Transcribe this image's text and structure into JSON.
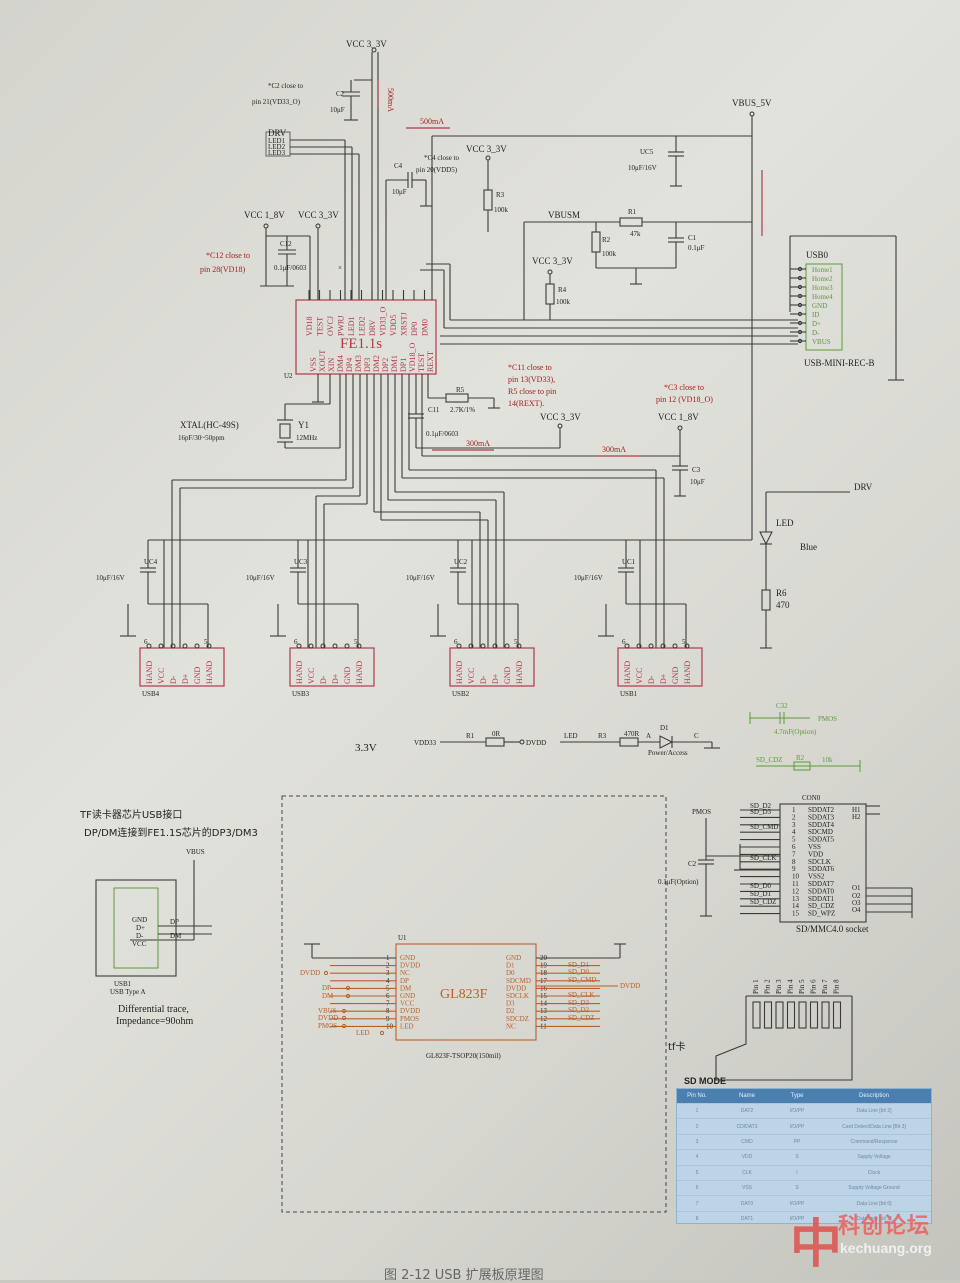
{
  "top": {
    "vcc33_top": "VCC 3_3V",
    "c2_note1": "*C2 close to",
    "c2_note2": "pin 21(VD33_O)",
    "c2_label": "C2",
    "c2_val": "10μF",
    "i500_v": "500mA",
    "i500_h": "500mA",
    "drv": "DRV",
    "led_bus": [
      "LED1",
      "LED2",
      "LED3"
    ],
    "c4_note1": "*C4 close to",
    "c4_note2": "pin 20(VDD5)",
    "c4_label": "C4",
    "c4_val": "10μF",
    "vcc33_r3": "VCC 3_3V",
    "r3_label": "R3",
    "r3_val": "100k",
    "vbus5v": "VBUS_5V",
    "uc5_label": "UC5",
    "uc5_val": "10μF/16V",
    "vbusm": "VBUSM",
    "r1_label": "R1",
    "r1_val": "47k",
    "r2_label": "R2",
    "r2_val": "100k",
    "c1_label": "C1",
    "c1_val": "0.1μF",
    "vcc18": "VCC 1_8V",
    "vcc33_b": "VCC 3_3V",
    "c12_label": "C12",
    "c12_val": "0.1μF/0603",
    "c12_note1": "*C12 close to",
    "c12_note2": "pin 28(VD18)",
    "vcc33_r4": "VCC 3_3V",
    "r4_label": "R4",
    "r4_val": "100k",
    "usb0": "USB0",
    "usb0_pins": [
      "Home1",
      "Home2",
      "Home3",
      "Home4",
      "GND",
      "ID",
      "D+",
      "D-",
      "VBUS"
    ],
    "usb0_name": "USB-MINI-REC-B",
    "chip_name": "FE1.1s",
    "chip_ref": "U2",
    "chip_top_pins": [
      "VD18",
      "TEST",
      "OVCJ",
      "PWRJ",
      "LED1",
      "LED2",
      "DRV",
      "VD33_O",
      "VDD5",
      "XRSTJ",
      "DP0",
      "DM0"
    ],
    "chip_bot_pins": [
      "VSS",
      "XOUT",
      "XIN",
      "DM4",
      "DP4",
      "DM3",
      "DP3",
      "DM2",
      "DP2",
      "DM1",
      "DP1",
      "VD18_O",
      "TEST",
      "REXT"
    ],
    "xtal_note1": "XTAL(HC-49S)",
    "xtal_note2": "16pF/30~50ppm",
    "y1_label": "Y1",
    "y1_val": "12MHz",
    "r5_label": "R5",
    "r5_val": "2.7K/1%",
    "c11_label": "C11",
    "c11_val": "0.1μF/0603",
    "c11_note": [
      "*C11 close to",
      "pin 13(VD33),",
      "R5 close to pin",
      "14(REXT)."
    ],
    "vcc33_c11": "VCC 3_3V",
    "i300a": "300mA",
    "c3_note1": "*C3 close to",
    "c3_note2": "pin 12 (VD18_O)",
    "vcc18_c3": "VCC 1_8V",
    "i300b": "300mA",
    "c3_label": "C3",
    "c3_val": "10μF",
    "drv_right": "DRV",
    "led_label": "LED",
    "led_color": "Blue",
    "r6_label": "R6",
    "r6_val": "470",
    "ports": [
      {
        "cap": "UC4",
        "val": "10μF/16V",
        "name": "USB4"
      },
      {
        "cap": "UC3",
        "val": "10μF/16V",
        "name": "USB3"
      },
      {
        "cap": "UC2",
        "val": "10μF/16V",
        "name": "USB2"
      },
      {
        "cap": "UC1",
        "val": "10μF/16V",
        "name": "USB1"
      }
    ],
    "port_pins": [
      "HAND",
      "VCC",
      "D-",
      "D+",
      "GND",
      "HAND"
    ],
    "port_num_l": "6",
    "port_num_r": "5"
  },
  "mid": {
    "v33": "3.3V",
    "vdd33": "VDD33",
    "r1": "R1",
    "r1_val": "0R",
    "dvdd": "DVDD",
    "led": "LED",
    "r3": "R3",
    "r3_val": "470R",
    "pa": "A",
    "pc": "C",
    "d1": "D1",
    "d1_note": "Power/Access",
    "c32": "C32",
    "c32_val": "4.7mF(Option)",
    "pmos_g": "PMOS",
    "sd_cdz": "SD_CDZ",
    "r2g": "R2",
    "r2g_val": "10k"
  },
  "left": {
    "title1": "TF读卡器芯片USB接口",
    "title2": "DP/DM连接到FE1.1S芯片的DP3/DM3",
    "vbus": "VBUS",
    "pins": [
      "GND",
      "D+",
      "D-",
      "VCC"
    ],
    "dp": "DP",
    "dm": "DM",
    "name": "USB1",
    "type": "USB Type A",
    "note1": "Differential trace,",
    "note2": "Impedance=90ohm"
  },
  "gl": {
    "ref": "U1",
    "name": "GL823F",
    "pkg": "GL823F-TSOP20(150mil)",
    "left_pins": [
      "GND",
      "DVDD",
      "NC",
      "DP",
      "DM",
      "GND",
      "VCC",
      "DVDD",
      "PMOS",
      "LED"
    ],
    "left_nums": [
      "1",
      "2",
      "3",
      "4",
      "5",
      "6",
      "7",
      "8",
      "9",
      "10"
    ],
    "right_pins": [
      "GND",
      "D1",
      "D0",
      "SDCMD",
      "DVDD",
      "SDCLK",
      "D3",
      "D2",
      "SDCDZ",
      "NC"
    ],
    "right_nums": [
      "20",
      "19",
      "18",
      "17",
      "16",
      "15",
      "14",
      "13",
      "12",
      "11"
    ],
    "left_nets": [
      "DVDD",
      "DP",
      "DM",
      "VBUS",
      "DVDD",
      "PMOS",
      "LED"
    ],
    "right_nets": [
      "SD_D1",
      "SD_D0",
      "SD_CMD",
      "SD_CLK",
      "SD_D3",
      "SD_D2",
      "SD_CDZ"
    ],
    "dvdd_out": "DVDD"
  },
  "sd": {
    "con": "CON0",
    "pins": [
      "SDDAT2",
      "SDDAT3",
      "SDDAT4",
      "SDCMD",
      "SDDAT5",
      "VSS",
      "VDD",
      "SDCLK",
      "SDDAT6",
      "VSS2",
      "SDDAT7",
      "SDDAT0",
      "SDDAT1",
      "SD_CDZ",
      "SD_WPZ"
    ],
    "nums": [
      "1",
      "2",
      "3",
      "4",
      "5",
      "6",
      "7",
      "8",
      "9",
      "10",
      "11",
      "12",
      "13",
      "14",
      "15"
    ],
    "right": [
      "H1",
      "H2",
      "O1",
      "O2",
      "O3",
      "O4"
    ],
    "nets": [
      "SD_D2",
      "SD_D3",
      "SD_CMD",
      "SD_CLK",
      "SD_D0",
      "SD_D1",
      "SD_CDZ"
    ],
    "pmos": "PMOS",
    "c2": "C2",
    "c2_val": "0.1μF(Option)",
    "caption": "SD/MMC4.0 socket"
  },
  "tf": {
    "pins": [
      "Pin 1",
      "Pin 2",
      "Pin 3",
      "Pin 4",
      "Pin 5",
      "Pin 6",
      "Pin 7",
      "Pin 8"
    ],
    "label": "tf卡",
    "mode": "SD MODE"
  },
  "table": {
    "header": [
      "Pin No.",
      "Name",
      "Type",
      "Description"
    ],
    "rows": [
      [
        "1",
        "DAT2",
        "I/O/PP",
        "Data Line [bit 2]"
      ],
      [
        "2",
        "CD/DAT3",
        "I/O/PP",
        "Card Detect/Data Line [Bit 3]"
      ],
      [
        "3",
        "CMD",
        "PP",
        "Command/Response"
      ],
      [
        "4",
        "VDD",
        "S",
        "Supply Voltage"
      ],
      [
        "5",
        "CLK",
        "I",
        "Clock"
      ],
      [
        "6",
        "VSS",
        "S",
        "Supply Voltage Ground"
      ],
      [
        "7",
        "DAT0",
        "I/O/PP",
        "Data Line [bit 0]"
      ],
      [
        "8",
        "DAT1",
        "I/O/PP",
        "Data Line [bit 1]"
      ]
    ]
  },
  "watermark": {
    "logo": "中",
    "cn": "科创论坛",
    "en": "kechuang.org"
  },
  "caption": "图 2-12   USB 扩展板原理图"
}
